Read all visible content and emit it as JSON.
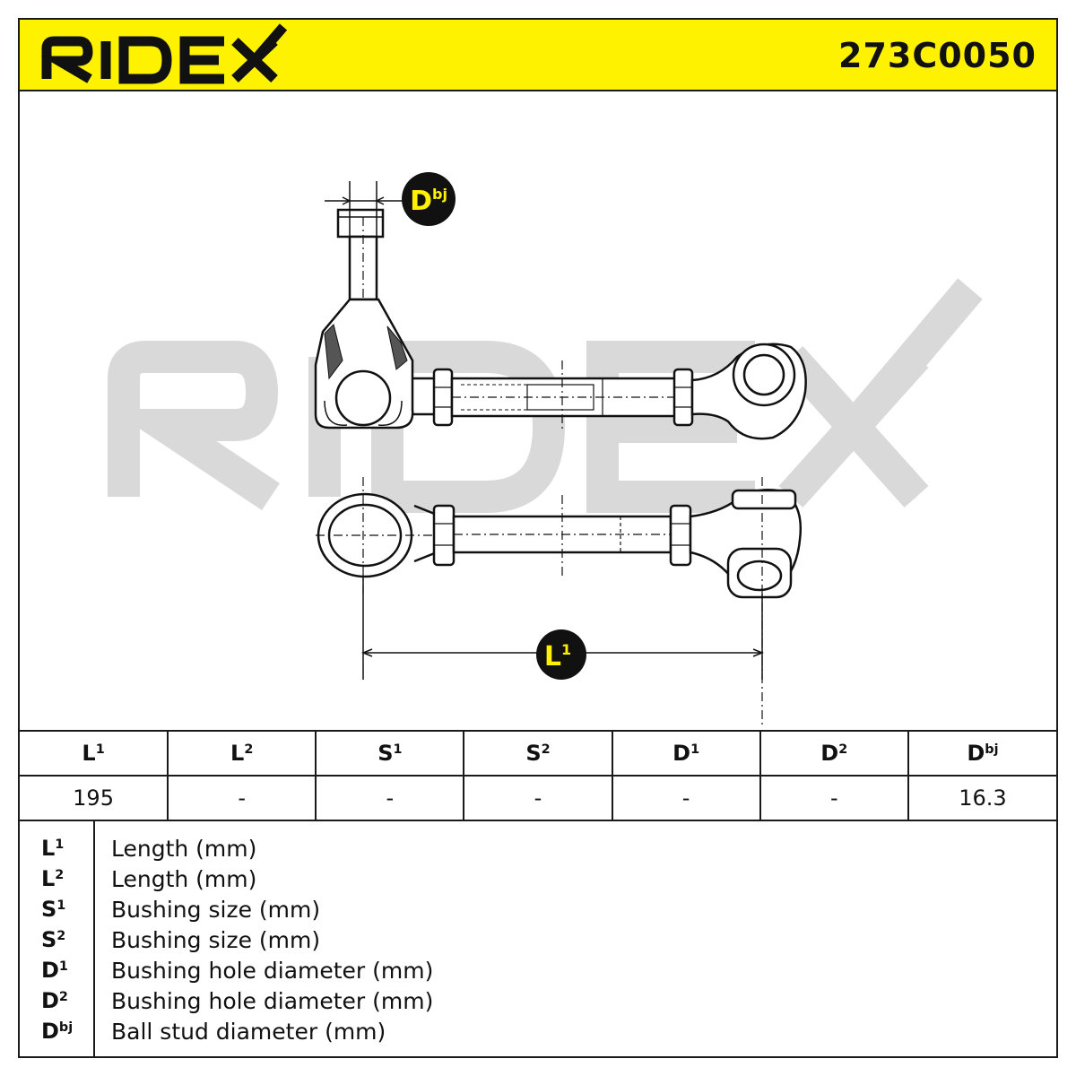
{
  "header": {
    "brand": "RIDEX",
    "part_number": "273C0050",
    "background_color": "#fff200"
  },
  "drawing": {
    "watermark": "RIDEX",
    "labels": {
      "ball_stud": {
        "base": "D",
        "sup": "bj"
      },
      "length": {
        "base": "L",
        "sup": "1"
      }
    }
  },
  "table": {
    "headers": [
      {
        "base": "L",
        "sup": "1"
      },
      {
        "base": "L",
        "sup": "2"
      },
      {
        "base": "S",
        "sup": "1"
      },
      {
        "base": "S",
        "sup": "2"
      },
      {
        "base": "D",
        "sup": "1"
      },
      {
        "base": "D",
        "sup": "2"
      },
      {
        "base": "D",
        "sup": "bj"
      }
    ],
    "values": [
      "195",
      "-",
      "-",
      "-",
      "-",
      "-",
      "16.3"
    ]
  },
  "legend": [
    {
      "base": "L",
      "sup": "1",
      "text": "Length (mm)"
    },
    {
      "base": "L",
      "sup": "2",
      "text": "Length (mm)"
    },
    {
      "base": "S",
      "sup": "1",
      "text": "Bushing size (mm)"
    },
    {
      "base": "S",
      "sup": "2",
      "text": "Bushing size (mm)"
    },
    {
      "base": "D",
      "sup": "1",
      "text": "Bushing hole diameter (mm)"
    },
    {
      "base": "D",
      "sup": "2",
      "text": "Bushing hole diameter (mm)"
    },
    {
      "base": "D",
      "sup": "bj",
      "text": "Ball stud diameter (mm)"
    }
  ]
}
